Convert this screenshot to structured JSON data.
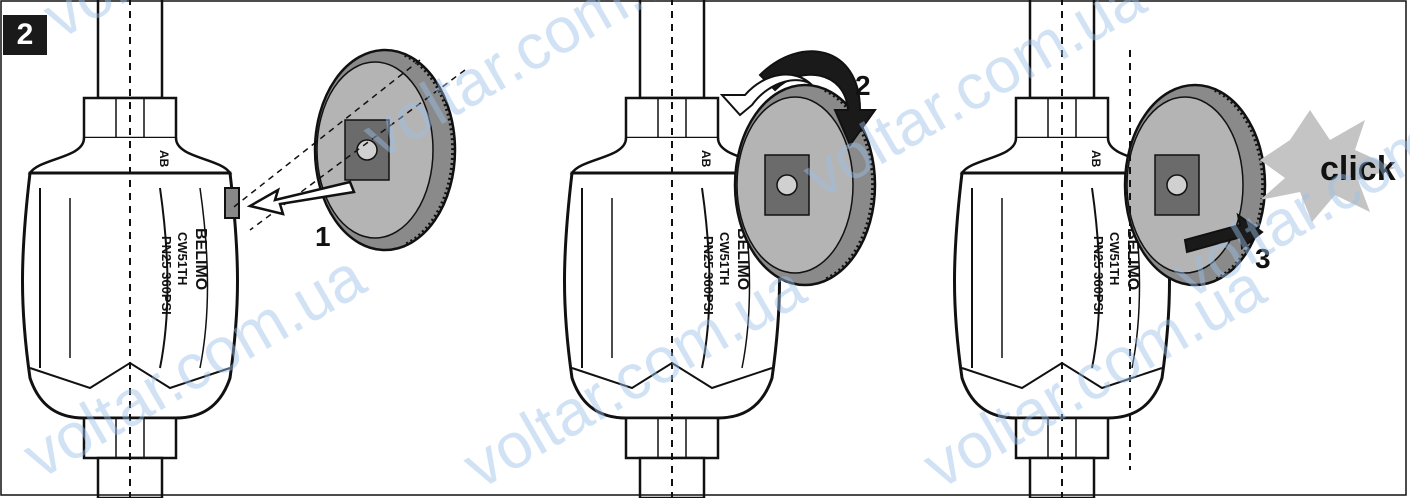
{
  "figure": {
    "step_number": "2",
    "labels": {
      "step1": "1",
      "step2": "2",
      "step3": "3",
      "click": "click"
    },
    "valve_markings": {
      "brand": "BELIMO",
      "model": "CW51TH",
      "rating": "PN25  360PSI",
      "port": "AB"
    },
    "watermark": "voltar.com.ua"
  },
  "colors": {
    "outline": "#111111",
    "actuator_gray": "#7d7d7d",
    "actuator_light": "#b8b8b8",
    "badge_bg": "#1a1a1a",
    "watermark": "#9cc0ea"
  }
}
